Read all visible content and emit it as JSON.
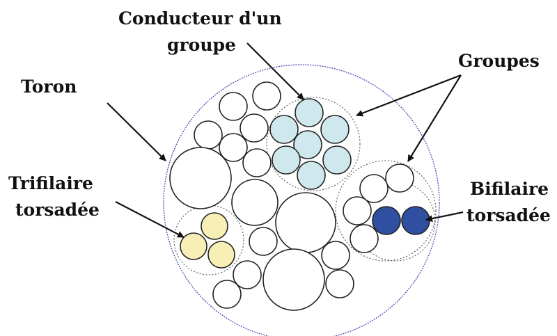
{
  "labels": {
    "conducteur_line1": "Conducteur d'un",
    "conducteur_line2": "groupe",
    "groupes": "Groupes",
    "toron": "Toron",
    "trifilaire_line1": "Trifilaire",
    "trifilaire_line2": "torsadée",
    "bifilaire_line1": "Bifilaire",
    "bifilaire_line2": "torsadée"
  },
  "colors": {
    "strand_outline": "#4a49b8",
    "group_conductor_fill": "#cfe8ee",
    "trifilaire_fill": "#f7efb5",
    "bifilaire_fill": "#2f4fa0",
    "plain_conductor_fill": "#ffffff"
  }
}
